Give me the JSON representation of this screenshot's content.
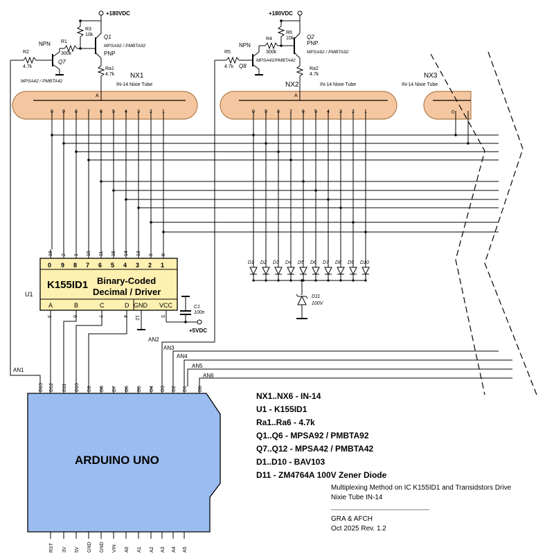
{
  "supply": {
    "hv1": "+180VDC",
    "hv2": "+180VDC",
    "lv": "+5VDC"
  },
  "stage1": {
    "npn_label": "NPN",
    "pnp_label": "PNP",
    "r1": "R1",
    "r1_val": "300k",
    "r2": "R2",
    "r2_val": "4.7k",
    "r3": "R3",
    "r3_val": "10k",
    "ra": "Ra1",
    "ra_val": "4.7k",
    "q_high": "Q1",
    "q_high_part": "MPSA92 / PMBTA92",
    "q_low": "Q7",
    "q_low_part": "MPSA42 / PMBTA42",
    "tube": "NX1",
    "tube_type": "IN-14 Nixie Tube"
  },
  "stage2": {
    "npn_label": "NPN",
    "pnp_label": "PNP",
    "r1": "R4",
    "r1_val": "300k",
    "r2": "R5",
    "r2_val": "4.7k",
    "r3": "R6",
    "r3_val": "10k",
    "ra": "Ra2",
    "ra_val": "4.7k",
    "q_high": "Q2",
    "q_high_part": "MPSA92 / PMBTA92",
    "q_low": "Q8",
    "q_low_part": "MPSA42/PMBTA42",
    "tube": "NX2",
    "tube_type": "IN-14 Nixie Tube"
  },
  "stage3": {
    "tube": "NX3",
    "tube_type": "IN-14 Nixie Tube"
  },
  "tube_pins": {
    "anode": "A",
    "digits": [
      "0",
      "9",
      "8",
      "7",
      "6",
      "5",
      "4",
      "3",
      "2",
      "1"
    ],
    "nx3_first": "0"
  },
  "decoder": {
    "ref": "U1",
    "part": "K155ID1",
    "desc1": "Binary-Coded",
    "desc2": "Decimal / Driver",
    "outputs": [
      "0",
      "9",
      "8",
      "7",
      "6",
      "5",
      "4",
      "3",
      "2",
      "1"
    ],
    "output_pins": [
      "16",
      "2",
      "1",
      "10",
      "11",
      "15",
      "14",
      "13",
      "9",
      "8"
    ],
    "inputs": [
      "A",
      "B",
      "C",
      "D",
      "GND",
      "VCC"
    ],
    "input_pins": [
      "3",
      "6",
      "7",
      "4",
      "12",
      "5"
    ]
  },
  "cap": {
    "ref": "C1",
    "val": "100n"
  },
  "diodes": {
    "labels": [
      "D1",
      "D2",
      "D3",
      "D4",
      "D5",
      "D6",
      "D7",
      "D8",
      "D9",
      "D10"
    ],
    "zener": "D11",
    "zener_val": "100V"
  },
  "nets": {
    "an": [
      "AN1",
      "AN2",
      "AN3",
      "AN4",
      "AN5",
      "AN6"
    ]
  },
  "arduino": {
    "title": "ARDUINO UNO",
    "top_pins": [
      "D13",
      "D12",
      "D11",
      "D10",
      "D9",
      "D8",
      "D7",
      "D6",
      "D5",
      "D4",
      "D3",
      "D2",
      "D1",
      "D0"
    ],
    "bottom_pins": [
      "RST",
      "3V",
      "5V",
      "GND",
      "GND",
      "VIN",
      "A0",
      "A1",
      "A2",
      "A3",
      "A4",
      "A5"
    ]
  },
  "bom": [
    "NX1..NX6 - IN-14",
    "U1 - K155ID1",
    "Ra1..Ra6 - 4.7k",
    "Q1..Q6 - MPSA92 / PMBTA92",
    "Q7..Q12 - MPSA42 / PMBTA42",
    "D1..D10 - BAV103",
    "D11 - ZM4764A 100V Zener Diode"
  ],
  "notes": {
    "title1": "Multiplexing Method on IC K155ID1 and Transidstors Drive",
    "title2": "Nixie Tube IN-14",
    "author": "GRA & AFCH",
    "rev": "Oct 2025 Rev. 1.2"
  },
  "colors": {
    "tube_fill": "#f5c7a0",
    "tube_stroke": "#b07a4a",
    "arduino_fill": "#9bbcf0",
    "ic_fill": "#fdf0b0"
  }
}
